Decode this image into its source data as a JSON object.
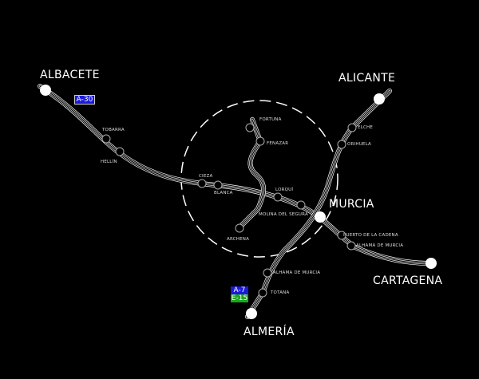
{
  "cities": {
    "albacete": "ALBACETE",
    "alicante": "ALICANTE",
    "murcia": "MURCIA",
    "cartagena": "CARTAGENA",
    "almeria": "ALMERÍA"
  },
  "stations": {
    "tobarra": "TOBARRA",
    "hellin": "HELLÍN",
    "cieza": "CIEZA",
    "blanca": "BLANCA",
    "fortuna": "FORTUNA",
    "fenazar": "FENAZAR",
    "lorqui": "LORQUÍ",
    "molina": "MOLINA DEL SEGURA",
    "archena": "ARCHENA",
    "elche": "ELCHE",
    "orihuela": "ORIHUELA",
    "puerto": "PUERTO DE LA CADENA",
    "alhama1": "ALHAMA DE MURCIA",
    "alhama2": "ALHAMA DE MURCIA",
    "totana": "TOTANA"
  },
  "badges": {
    "a30": "A-30",
    "a7": "A-7",
    "e15": "E-15"
  },
  "colors": {
    "background": "#000000",
    "road": "#ffffff",
    "a_road": "#1a1adb",
    "e_road": "#1aa81a"
  }
}
